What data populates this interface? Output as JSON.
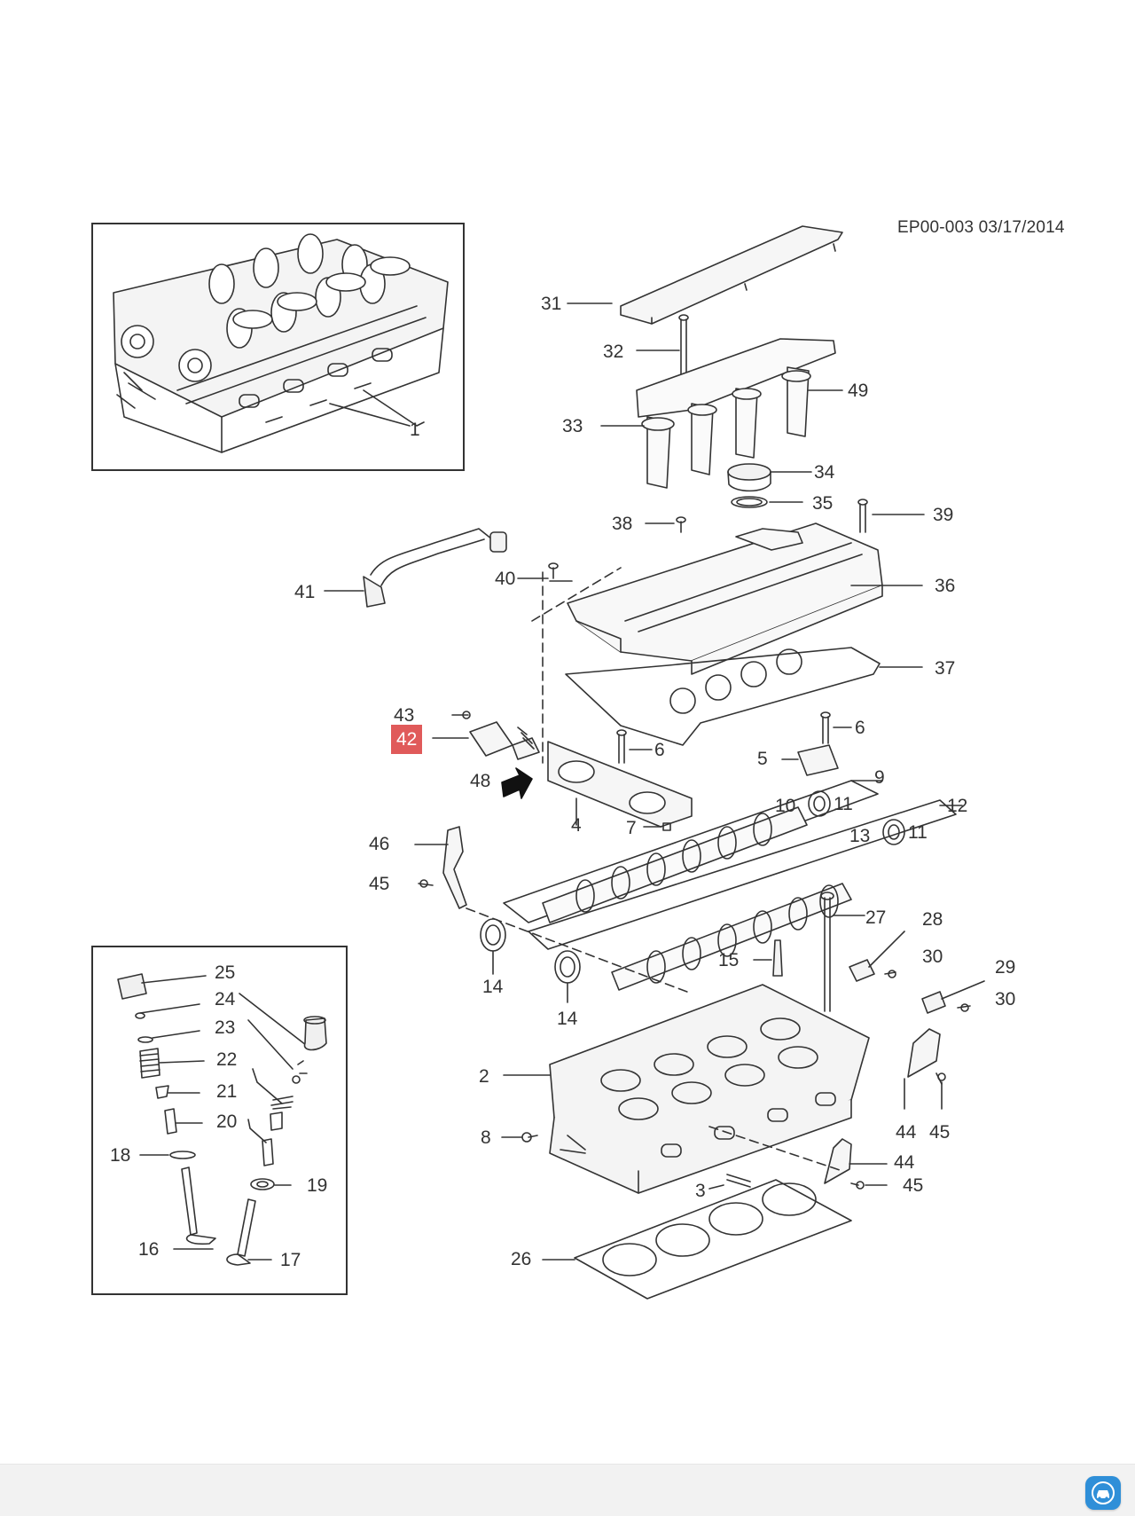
{
  "document": {
    "id_text": "EP00-003 03/17/2014"
  },
  "callouts": [
    {
      "id": "c1",
      "label": "1"
    },
    {
      "id": "c2",
      "label": "2"
    },
    {
      "id": "c3",
      "label": "3"
    },
    {
      "id": "c4",
      "label": "4"
    },
    {
      "id": "c5",
      "label": "5"
    },
    {
      "id": "c6a",
      "label": "6"
    },
    {
      "id": "c6b",
      "label": "6"
    },
    {
      "id": "c7",
      "label": "7"
    },
    {
      "id": "c8",
      "label": "8"
    },
    {
      "id": "c9",
      "label": "9"
    },
    {
      "id": "c10",
      "label": "10"
    },
    {
      "id": "c11a",
      "label": "11"
    },
    {
      "id": "c11b",
      "label": "11"
    },
    {
      "id": "c12",
      "label": "12"
    },
    {
      "id": "c13",
      "label": "13"
    },
    {
      "id": "c14a",
      "label": "14"
    },
    {
      "id": "c14b",
      "label": "14"
    },
    {
      "id": "c15",
      "label": "15"
    },
    {
      "id": "c16",
      "label": "16"
    },
    {
      "id": "c17",
      "label": "17"
    },
    {
      "id": "c18",
      "label": "18"
    },
    {
      "id": "c19",
      "label": "19"
    },
    {
      "id": "c20",
      "label": "20"
    },
    {
      "id": "c21",
      "label": "21"
    },
    {
      "id": "c22",
      "label": "22"
    },
    {
      "id": "c23",
      "label": "23"
    },
    {
      "id": "c24",
      "label": "24"
    },
    {
      "id": "c25",
      "label": "25"
    },
    {
      "id": "c26",
      "label": "26"
    },
    {
      "id": "c27",
      "label": "27"
    },
    {
      "id": "c28",
      "label": "28"
    },
    {
      "id": "c29",
      "label": "29"
    },
    {
      "id": "c30a",
      "label": "30"
    },
    {
      "id": "c30b",
      "label": "30"
    },
    {
      "id": "c31",
      "label": "31"
    },
    {
      "id": "c32",
      "label": "32"
    },
    {
      "id": "c33",
      "label": "33"
    },
    {
      "id": "c34",
      "label": "34"
    },
    {
      "id": "c35",
      "label": "35"
    },
    {
      "id": "c36",
      "label": "36"
    },
    {
      "id": "c37",
      "label": "37"
    },
    {
      "id": "c38",
      "label": "38"
    },
    {
      "id": "c39",
      "label": "39"
    },
    {
      "id": "c40",
      "label": "40"
    },
    {
      "id": "c41",
      "label": "41"
    },
    {
      "id": "c42",
      "label": "42"
    },
    {
      "id": "c43",
      "label": "43"
    },
    {
      "id": "c44a",
      "label": "44"
    },
    {
      "id": "c44b",
      "label": "44"
    },
    {
      "id": "c45a",
      "label": "45"
    },
    {
      "id": "c45b",
      "label": "45"
    },
    {
      "id": "c45c",
      "label": "45"
    },
    {
      "id": "c46",
      "label": "46"
    },
    {
      "id": "c48",
      "label": "48"
    },
    {
      "id": "c49",
      "label": "49"
    }
  ],
  "highlighted_callout": "42",
  "colors": {
    "highlight": "#e05a5a",
    "line": "#333333",
    "badge": "#2f8fd8"
  },
  "footer": {
    "icon": "car-app-icon"
  }
}
